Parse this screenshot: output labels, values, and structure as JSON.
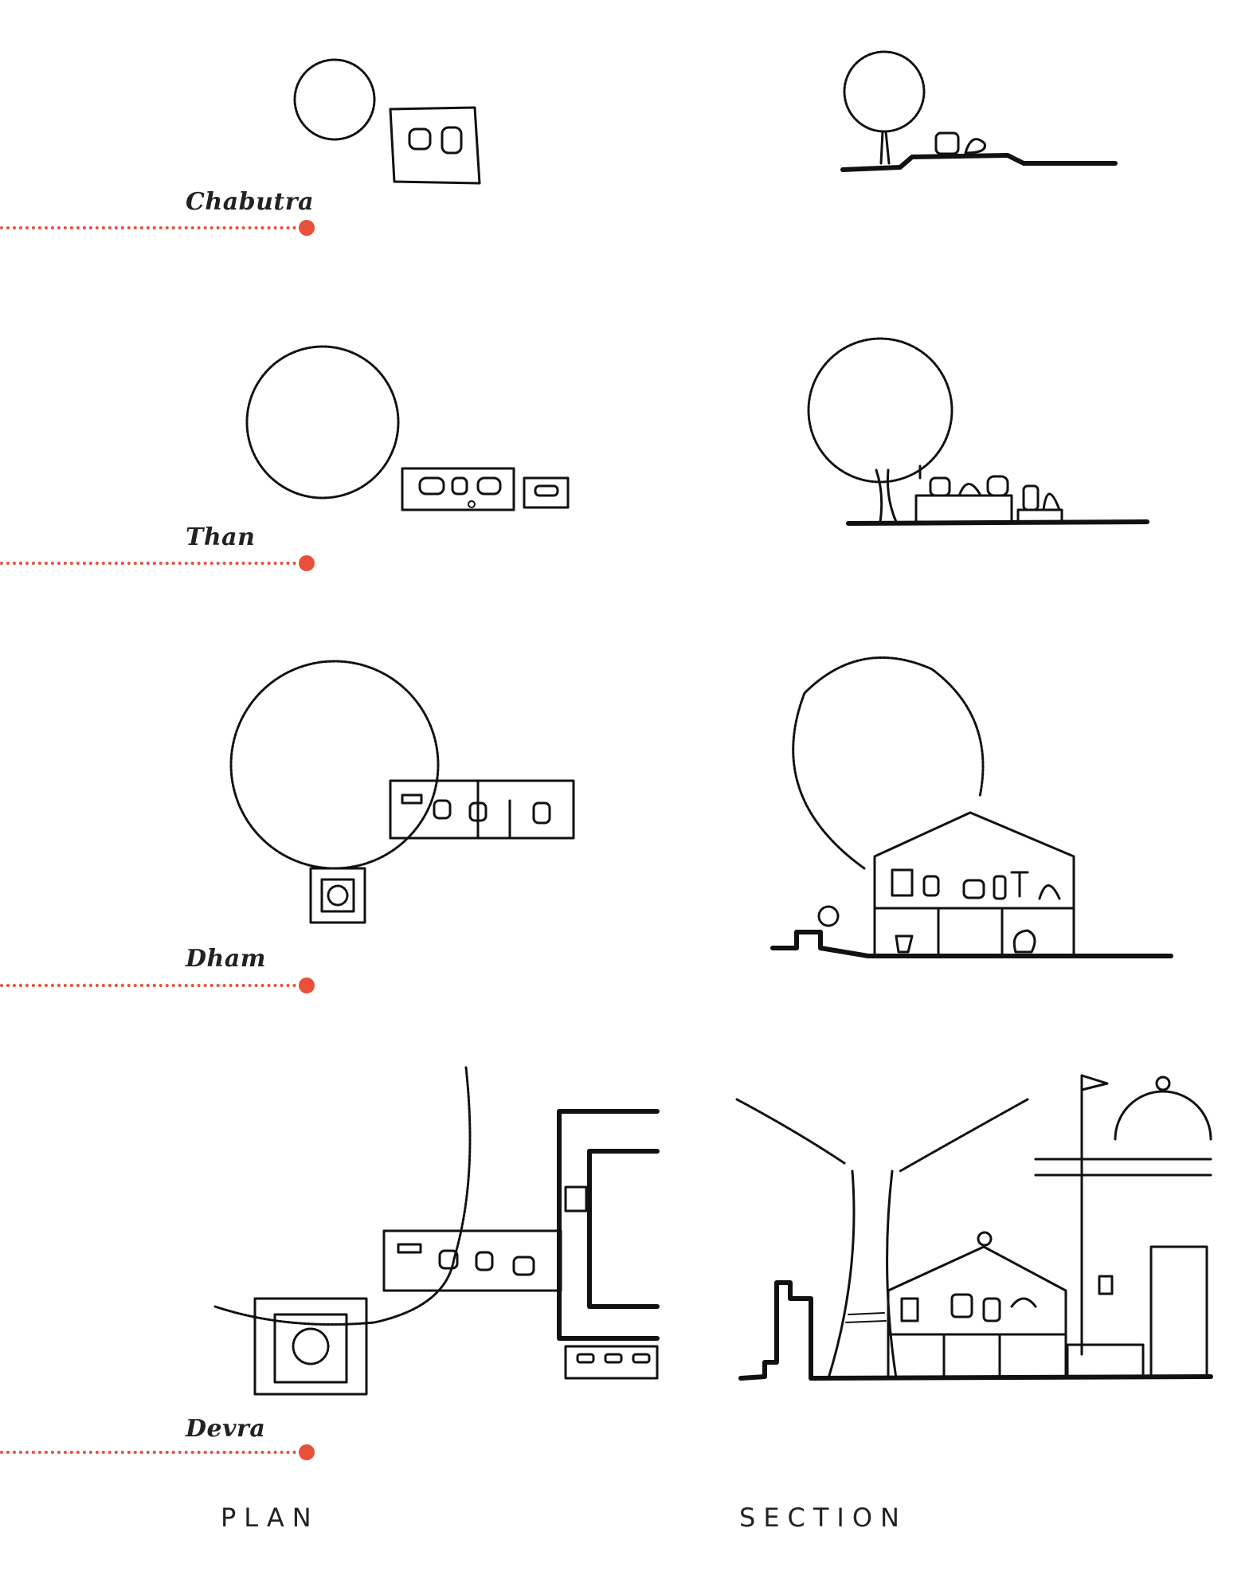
{
  "accent_color": "#e8503a",
  "rows": [
    {
      "name": "Chabutra"
    },
    {
      "name": "Than"
    },
    {
      "name": "Dham"
    },
    {
      "name": "Devra"
    }
  ],
  "columns": {
    "plan": "PLAN",
    "section": "SECTION"
  }
}
